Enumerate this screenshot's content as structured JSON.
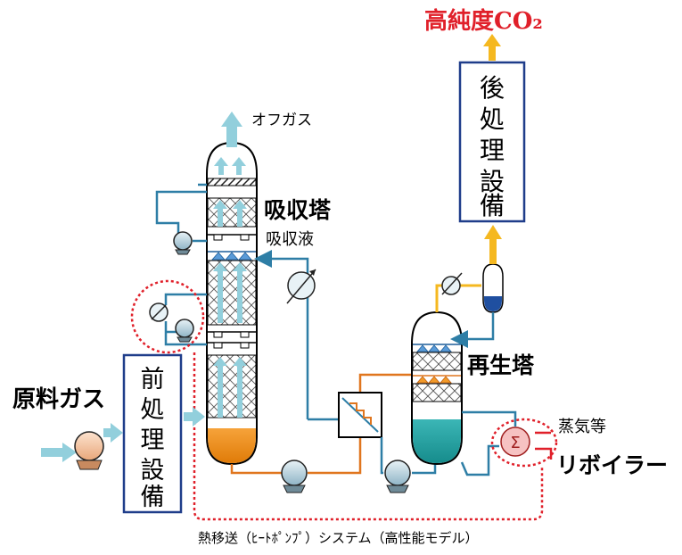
{
  "labels": {
    "product": "高純度CO₂",
    "post_treatment": [
      "後",
      "処",
      "理",
      "設",
      "備"
    ],
    "offgas": "オフガス",
    "absorber": "吸収塔",
    "absorbent": "吸収液",
    "regenerator": "再生塔",
    "raw_gas": "原料ガス",
    "pre_treatment": [
      "前",
      "処",
      "理",
      "設",
      "備"
    ],
    "steam": "蒸気等",
    "reboiler": "リボイラー",
    "heat_pump": "熱移送（ﾋｰﾄﾎﾟﾝﾌﾟ）システム（高性能モデル）",
    "reboiler_symbol": "Σ"
  },
  "colors": {
    "pipe_blue": "#2e7ea6",
    "gas_arrow": "#92cfdc",
    "product_arrow": "#f5b820",
    "hot_pipe": "#e0761e",
    "accent_red": "#e0202a",
    "box_border": "#1f3d8a",
    "absorber_liquid": "#f08a10",
    "regenerator_liquid": "#2aa5a5"
  }
}
